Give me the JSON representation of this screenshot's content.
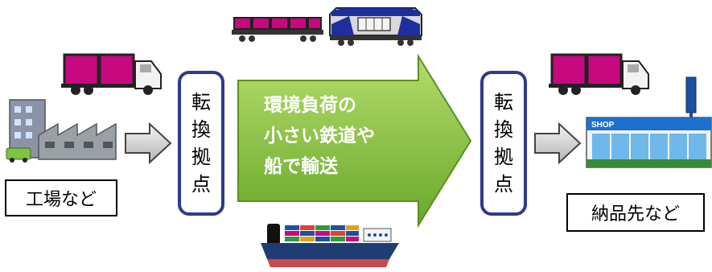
{
  "source_label": "工場など",
  "destination_label": "納品先など",
  "hub_left": [
    "転",
    "換",
    "拠",
    "点"
  ],
  "hub_right": [
    "転",
    "換",
    "拠",
    "点"
  ],
  "arrow_text": [
    "環境負荷の",
    "小さい鉄道や",
    "船で輸送"
  ],
  "shop_sign": "SHOP",
  "colors": {
    "hub_border": "#2e3a8c",
    "green_arrow": "#86c23a",
    "container": "#c8087f",
    "ship_hull": "#1f3d73",
    "locomotive": "#1d2f9e"
  }
}
